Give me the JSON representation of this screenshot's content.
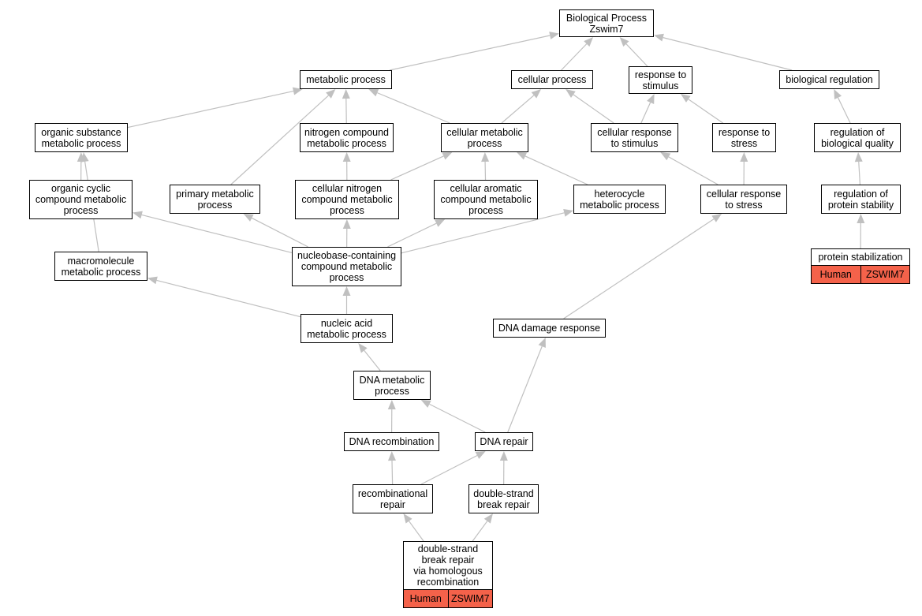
{
  "colors": {
    "edge": "#c0c0c0",
    "annotation": "#f4624a",
    "node_border": "#000000"
  },
  "nodes": {
    "biological_process_root": "Biological Process\nZswim7",
    "metabolic_process": "metabolic process",
    "cellular_process": "cellular process",
    "response_to_stimulus": "response to\nstimulus",
    "biological_regulation": "biological regulation",
    "organic_substance_metabolic_process": "organic substance\nmetabolic process",
    "nitrogen_compound_metabolic_process": "nitrogen compound\nmetabolic process",
    "cellular_metabolic_process": "cellular metabolic\nprocess",
    "cellular_response_to_stimulus": "cellular response\nto stimulus",
    "response_to_stress": "response to\nstress",
    "regulation_of_biological_quality": "regulation of\nbiological quality",
    "organic_cyclic_compound_metabolic_process": "organic cyclic\ncompound metabolic\nprocess",
    "primary_metabolic_process": "primary metabolic\nprocess",
    "cellular_nitrogen_compound_metabolic_process": "cellular nitrogen\ncompound metabolic\nprocess",
    "cellular_aromatic_compound_metabolic_process": "cellular aromatic\ncompound metabolic\nprocess",
    "heterocycle_metabolic_process": "heterocycle\nmetabolic process",
    "cellular_response_to_stress": "cellular response\nto stress",
    "regulation_of_protein_stability": "regulation of\nprotein stability",
    "macromolecule_metabolic_process": "macromolecule\nmetabolic process",
    "nucleobase_containing_compound_metabolic_process": "nucleobase-containing\ncompound metabolic\nprocess",
    "protein_stabilization": "protein stabilization",
    "nucleic_acid_metabolic_process": "nucleic acid\nmetabolic process",
    "dna_damage_response": "DNA damage response",
    "dna_metabolic_process": "DNA metabolic\nprocess",
    "dna_recombination": "DNA recombination",
    "dna_repair": "DNA repair",
    "recombinational_repair": "recombinational\nrepair",
    "double_strand_break_repair": "double-strand\nbreak repair",
    "dsb_repair_via_homologous_recombination": "double-strand\nbreak repair\nvia homologous\nrecombination"
  },
  "annotations": {
    "protein_stabilization": {
      "species": "Human",
      "gene": "ZSWIM7"
    },
    "dsb_repair_via_homologous_recombination": {
      "species": "Human",
      "gene": "ZSWIM7"
    }
  },
  "edges": [
    [
      "metabolic_process",
      "biological_process_root"
    ],
    [
      "cellular_process",
      "biological_process_root"
    ],
    [
      "response_to_stimulus",
      "biological_process_root"
    ],
    [
      "biological_regulation",
      "biological_process_root"
    ],
    [
      "organic_substance_metabolic_process",
      "metabolic_process"
    ],
    [
      "nitrogen_compound_metabolic_process",
      "metabolic_process"
    ],
    [
      "cellular_metabolic_process",
      "metabolic_process"
    ],
    [
      "primary_metabolic_process",
      "metabolic_process"
    ],
    [
      "cellular_metabolic_process",
      "cellular_process"
    ],
    [
      "cellular_response_to_stimulus",
      "cellular_process"
    ],
    [
      "cellular_response_to_stimulus",
      "response_to_stimulus"
    ],
    [
      "response_to_stress",
      "response_to_stimulus"
    ],
    [
      "regulation_of_biological_quality",
      "biological_regulation"
    ],
    [
      "organic_cyclic_compound_metabolic_process",
      "organic_substance_metabolic_process"
    ],
    [
      "macromolecule_metabolic_process",
      "organic_substance_metabolic_process"
    ],
    [
      "cellular_nitrogen_compound_metabolic_process",
      "nitrogen_compound_metabolic_process"
    ],
    [
      "cellular_nitrogen_compound_metabolic_process",
      "cellular_metabolic_process"
    ],
    [
      "cellular_aromatic_compound_metabolic_process",
      "cellular_metabolic_process"
    ],
    [
      "heterocycle_metabolic_process",
      "cellular_metabolic_process"
    ],
    [
      "cellular_response_to_stress",
      "cellular_response_to_stimulus"
    ],
    [
      "cellular_response_to_stress",
      "response_to_stress"
    ],
    [
      "regulation_of_protein_stability",
      "regulation_of_biological_quality"
    ],
    [
      "nucleobase_containing_compound_metabolic_process",
      "organic_cyclic_compound_metabolic_process"
    ],
    [
      "nucleobase_containing_compound_metabolic_process",
      "primary_metabolic_process"
    ],
    [
      "nucleobase_containing_compound_metabolic_process",
      "cellular_nitrogen_compound_metabolic_process"
    ],
    [
      "nucleobase_containing_compound_metabolic_process",
      "cellular_aromatic_compound_metabolic_process"
    ],
    [
      "nucleobase_containing_compound_metabolic_process",
      "heterocycle_metabolic_process"
    ],
    [
      "protein_stabilization",
      "regulation_of_protein_stability"
    ],
    [
      "nucleic_acid_metabolic_process",
      "nucleobase_containing_compound_metabolic_process"
    ],
    [
      "nucleic_acid_metabolic_process",
      "macromolecule_metabolic_process"
    ],
    [
      "dna_damage_response",
      "cellular_response_to_stress"
    ],
    [
      "dna_metabolic_process",
      "nucleic_acid_metabolic_process"
    ],
    [
      "dna_recombination",
      "dna_metabolic_process"
    ],
    [
      "dna_repair",
      "dna_metabolic_process"
    ],
    [
      "dna_repair",
      "dna_damage_response"
    ],
    [
      "recombinational_repair",
      "dna_recombination"
    ],
    [
      "recombinational_repair",
      "dna_repair"
    ],
    [
      "double_strand_break_repair",
      "dna_repair"
    ],
    [
      "dsb_repair_via_homologous_recombination",
      "recombinational_repair"
    ],
    [
      "dsb_repair_via_homologous_recombination",
      "double_strand_break_repair"
    ]
  ]
}
